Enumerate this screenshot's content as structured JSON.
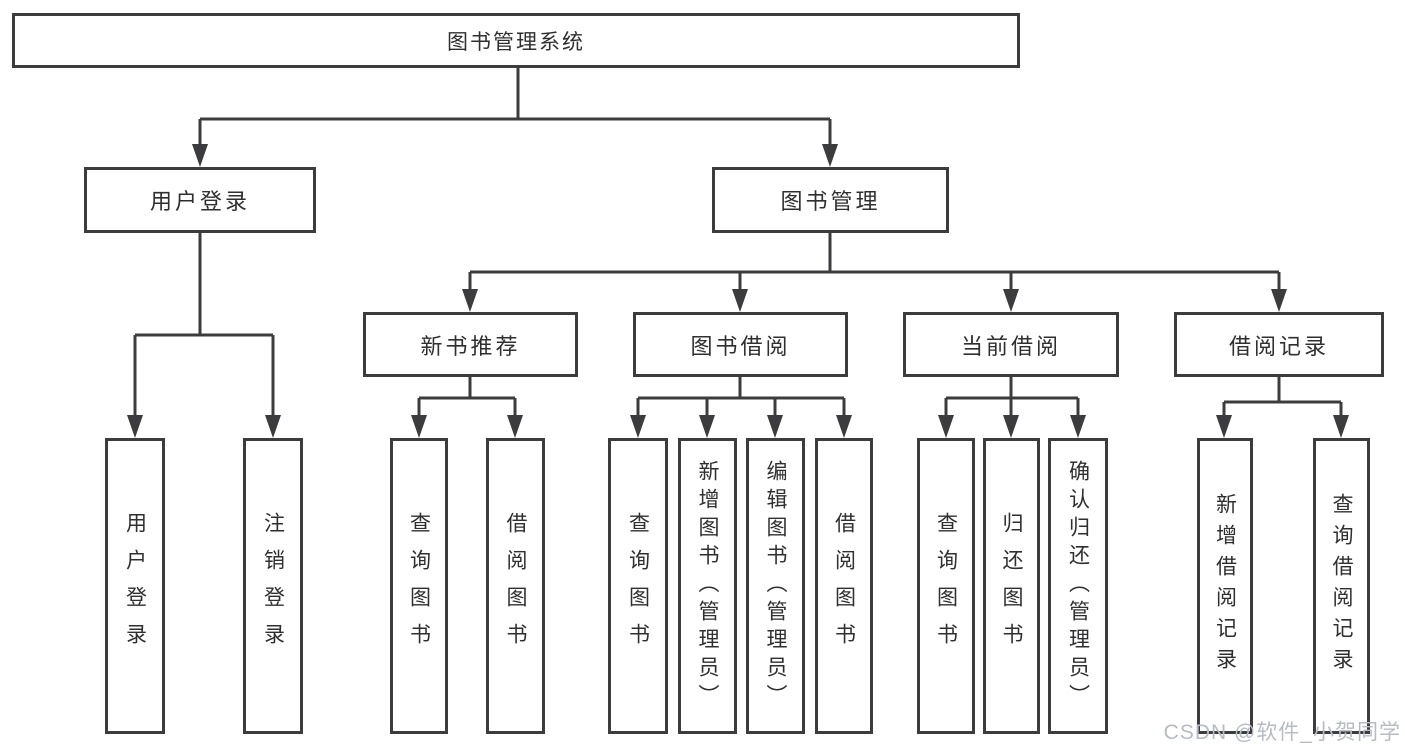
{
  "diagram_title": "图书管理系统",
  "nodes": {
    "root": {
      "label": "图书管理系统"
    },
    "user_login": {
      "label": "用户登录"
    },
    "book_mgmt": {
      "label": "图书管理"
    },
    "new_books": {
      "label": "新书推荐"
    },
    "book_borrow": {
      "label": "图书借阅"
    },
    "current_borrow": {
      "label": "当前借阅"
    },
    "borrow_records": {
      "label": "借阅记录"
    },
    "leaf_user_login": {
      "label": "用户登录"
    },
    "leaf_logout": {
      "label": "注销登录"
    },
    "leaf_nb_query": {
      "label": "查询图书"
    },
    "leaf_nb_borrow": {
      "label": "借阅图书"
    },
    "leaf_bb_query": {
      "label": "查询图书"
    },
    "leaf_bb_add": {
      "label": "新增图书（管理员）"
    },
    "leaf_bb_edit": {
      "label": "编辑图书（管理员）"
    },
    "leaf_bb_borrow": {
      "label": "借阅图书"
    },
    "leaf_cb_query": {
      "label": "查询图书"
    },
    "leaf_cb_return": {
      "label": "归还图书"
    },
    "leaf_cb_confirm": {
      "label": "确认归还（管理员）"
    },
    "leaf_br_add": {
      "label": "新增借阅记录"
    },
    "leaf_br_query": {
      "label": "查询借阅记录"
    }
  },
  "hierarchy": {
    "图书管理系统": {
      "用户登录": [
        "用户登录",
        "注销登录"
      ],
      "图书管理": {
        "新书推荐": [
          "查询图书",
          "借阅图书"
        ],
        "图书借阅": [
          "查询图书",
          "新增图书（管理员）",
          "编辑图书（管理员）",
          "借阅图书"
        ],
        "当前借阅": [
          "查询图书",
          "归还图书",
          "确认归还（管理员）"
        ],
        "借阅记录": [
          "新增借阅记录",
          "查询借阅记录"
        ]
      }
    }
  },
  "watermark": {
    "label": "CSDN @软件_小贺同学"
  },
  "colors": {
    "background": "#ffffff",
    "line": "#3c3c3e",
    "text": "#2f2f31",
    "watermark": "#b7bbc4"
  }
}
